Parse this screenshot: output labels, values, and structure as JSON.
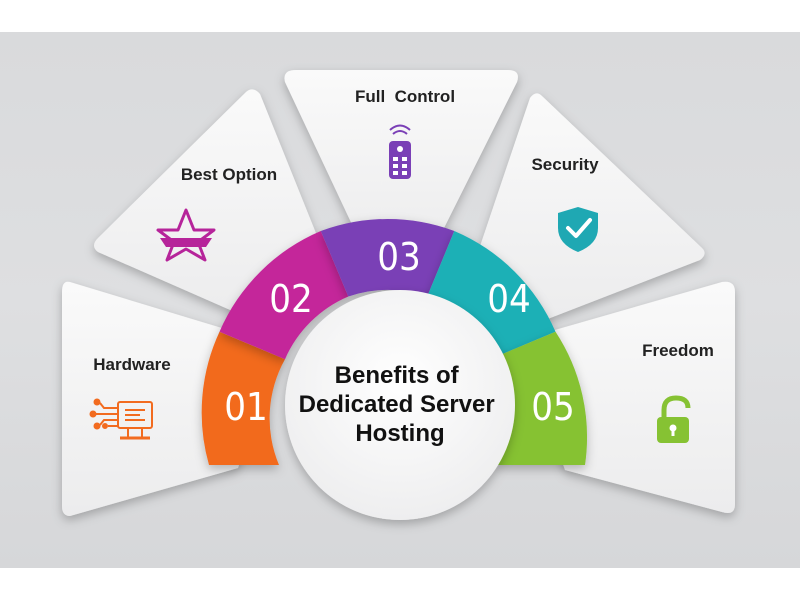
{
  "title_lines": [
    "Benefits of",
    "Dedicated Server",
    "Hosting"
  ],
  "items": [
    {
      "number": "01",
      "label": "Hardware",
      "icon": "hardware-circuit-monitor-icon",
      "color": "#f26b1f"
    },
    {
      "number": "02",
      "label": "Best Option",
      "icon": "star-ribbon-icon",
      "color": "#c4259a"
    },
    {
      "number": "03",
      "label": "Full  Control",
      "icon": "remote-control-icon",
      "color": "#7a3fb6"
    },
    {
      "number": "04",
      "label": "Security",
      "icon": "shield-check-icon",
      "color": "#1fb0b6"
    },
    {
      "number": "05",
      "label": "Freedom",
      "icon": "open-padlock-icon",
      "color": "#86c233"
    }
  ]
}
